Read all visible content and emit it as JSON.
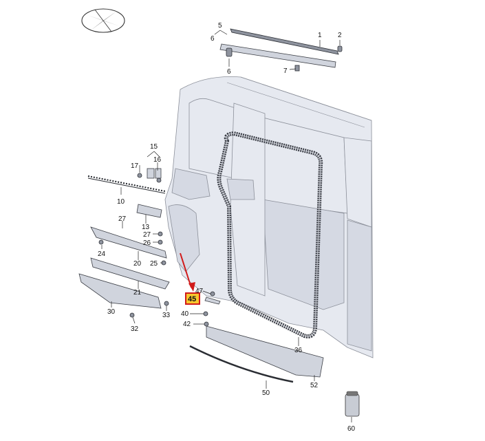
{
  "colors": {
    "body": "#e6e9f0",
    "seal": "#3b3e46",
    "highlight_fill": "#f7c72d",
    "highlight_stroke": "#d11a1a",
    "arrow": "#d11a1a"
  },
  "icons": [
    "compass-logo-icon"
  ],
  "callouts": {
    "p1": "1",
    "p2": "2",
    "p5": "5",
    "p6a": "6",
    "p6b": "6",
    "p7": "7",
    "p10": "10",
    "p13": "13",
    "p15": "15",
    "p16": "16",
    "p17": "17",
    "p20": "20",
    "p21": "21",
    "p24": "24",
    "p25": "25",
    "p26": "26",
    "p27a": "27",
    "p27b": "27",
    "p30": "30",
    "p32": "32",
    "p33": "33",
    "p36": "36",
    "p40": "40",
    "p42": "42",
    "p45": "45",
    "p47": "47",
    "p50": "50",
    "p52": "52",
    "p60": "60"
  },
  "highlighted_part": "45"
}
